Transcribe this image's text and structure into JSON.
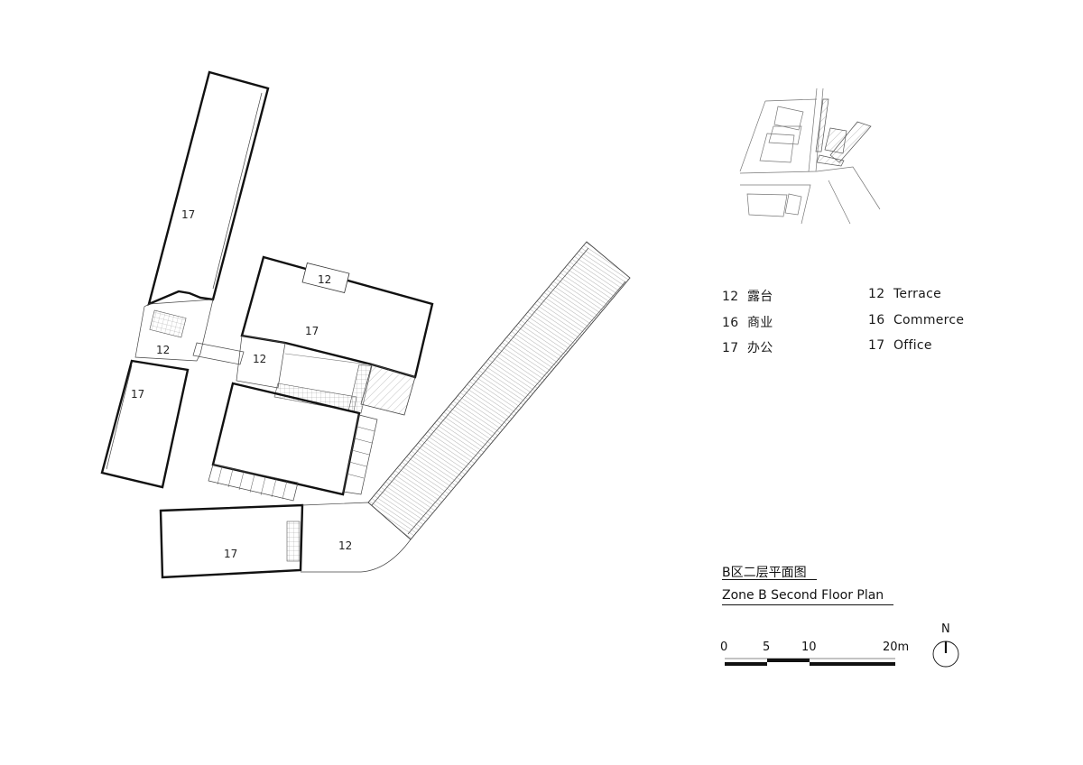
{
  "rooms": {
    "office_north": "17",
    "office_center": "17",
    "office_west": "17",
    "office_south": "17",
    "terrace_top": "12",
    "terrace_stair": "12",
    "terrace_bridge": "12",
    "terrace_corner": "12"
  },
  "legend": {
    "items": [
      {
        "num": "12",
        "cn": "露台",
        "en": "Terrace"
      },
      {
        "num": "16",
        "cn": "商业",
        "en": "Commerce"
      },
      {
        "num": "17",
        "cn": "办公",
        "en": "Office"
      }
    ]
  },
  "title": {
    "cn": "B区二层平面图",
    "en": "Zone B Second Floor Plan"
  },
  "scale_bar": {
    "labels": [
      "0",
      "5",
      "10",
      "20m"
    ]
  },
  "north_label": "N"
}
